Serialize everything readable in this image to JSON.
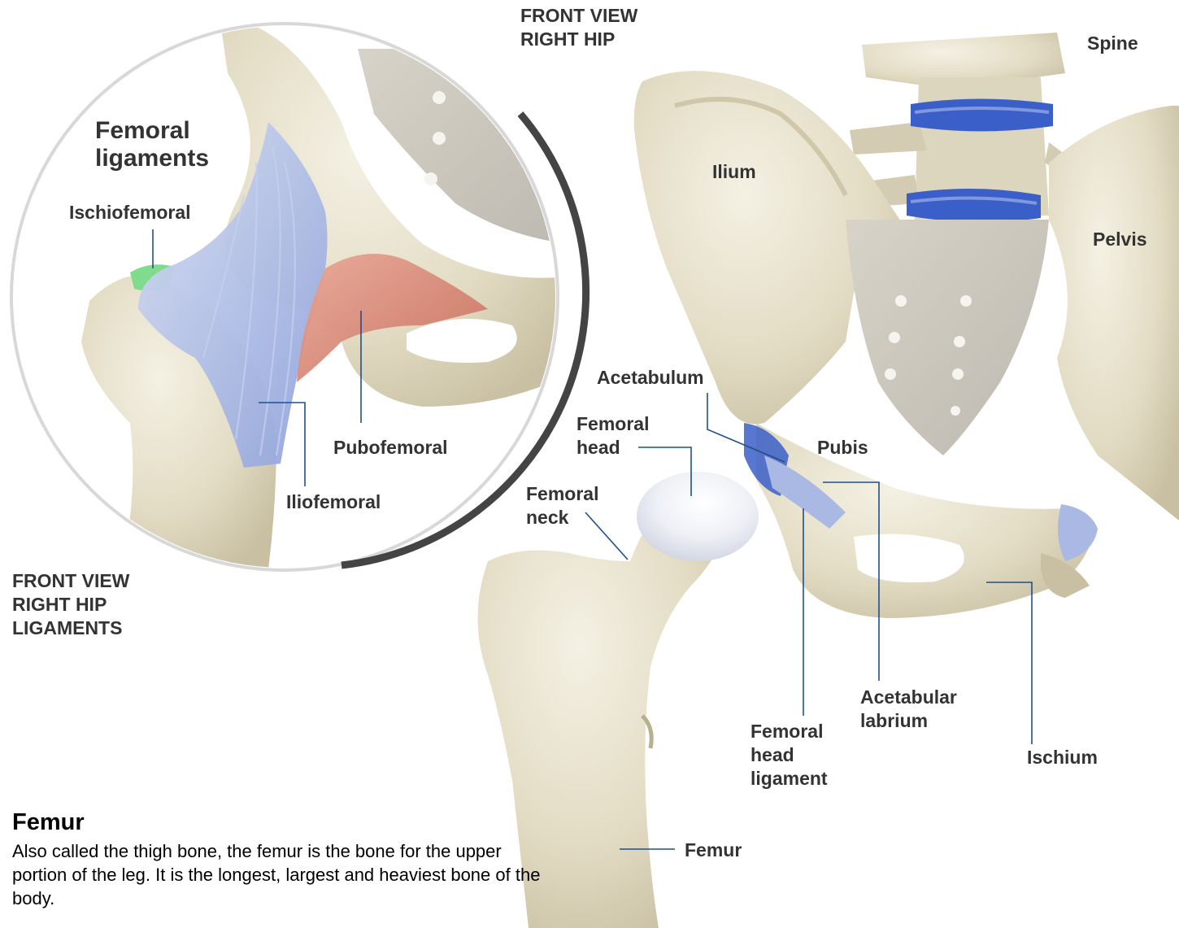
{
  "colors": {
    "bone": "#e3dcc4",
    "bone_shadow": "#c9c0a3",
    "bone_highlight": "#f4f1e4",
    "cartilage_blue": "#3a5fc8",
    "ligament_blue": "#a9b9e4",
    "pubofemoral_red": "#d98a78",
    "ischiofemoral_green": "#7fdc8c",
    "leader_line": "#1f4f8f",
    "label_text": "#333333",
    "circle_border": "#555555"
  },
  "headings": {
    "main_view_line1": "FRONT VIEW",
    "main_view_line2": "RIGHT HIP",
    "inset_view_line1": "FRONT VIEW",
    "inset_view_line2": "RIGHT HIP",
    "inset_view_line3": "LIGAMENTS"
  },
  "inset": {
    "title_line1": "Femoral",
    "title_line2": "ligaments",
    "labels": {
      "ischiofemoral": "Ischiofemoral",
      "pubofemoral": "Pubofemoral",
      "iliofemoral": "Iliofemoral"
    }
  },
  "main_labels": {
    "spine": "Spine",
    "ilium": "Ilium",
    "pelvis": "Pelvis",
    "acetabulum": "Acetabulum",
    "femoral_head_line1": "Femoral",
    "femoral_head_line2": "head",
    "pubis": "Pubis",
    "femoral_neck_line1": "Femoral",
    "femoral_neck_line2": "neck",
    "acetabular_labrium_line1": "Acetabular",
    "acetabular_labrium_line2": "labrium",
    "femoral_head_ligament_line1": "Femoral",
    "femoral_head_ligament_line2": "head",
    "femoral_head_ligament_line3": "ligament",
    "ischium": "Ischium",
    "femur": "Femur"
  },
  "caption": {
    "title": "Femur",
    "text": "Also called the thigh bone, the femur is the bone for the upper portion of the leg. It is the longest, largest and heaviest bone of the body."
  }
}
